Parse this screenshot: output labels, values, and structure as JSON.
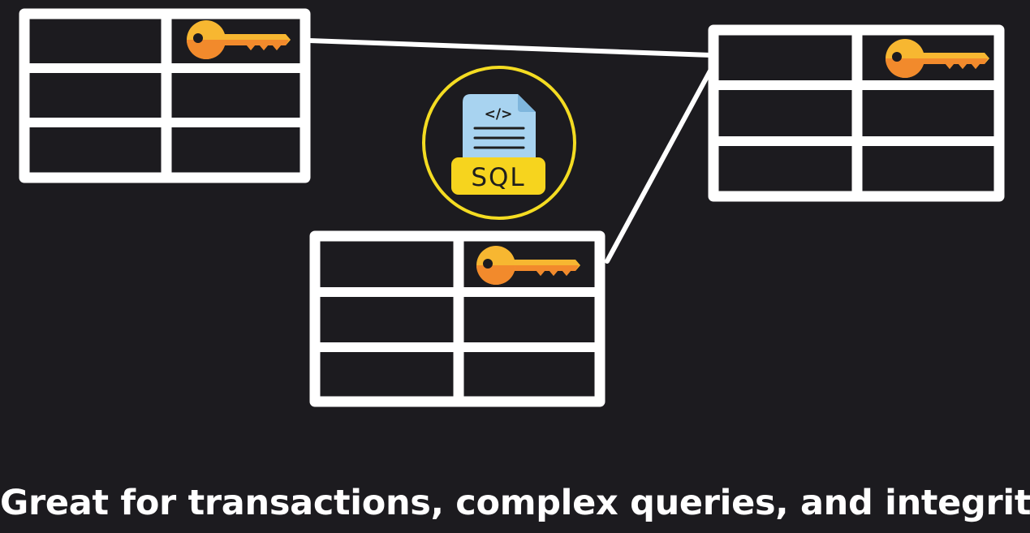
{
  "caption": "Great for transactions, complex queries, and integrity",
  "sql_icon": {
    "label": "SQL",
    "code_glyph": "</>"
  },
  "colors": {
    "background": "#1c1b1f",
    "table_stroke": "#ffffff",
    "key_primary": "#f7b731",
    "key_secondary": "#f28a2c",
    "badge_ring": "#f4dc22",
    "sql_label_bg": "#f6d41e",
    "document": "#a8d3f0"
  },
  "tables": [
    {
      "name": "table-top-left",
      "rows": 3,
      "cols": 2,
      "has_key": true
    },
    {
      "name": "table-top-right",
      "rows": 3,
      "cols": 2,
      "has_key": true
    },
    {
      "name": "table-bottom-center",
      "rows": 3,
      "cols": 2,
      "has_key": true
    }
  ]
}
